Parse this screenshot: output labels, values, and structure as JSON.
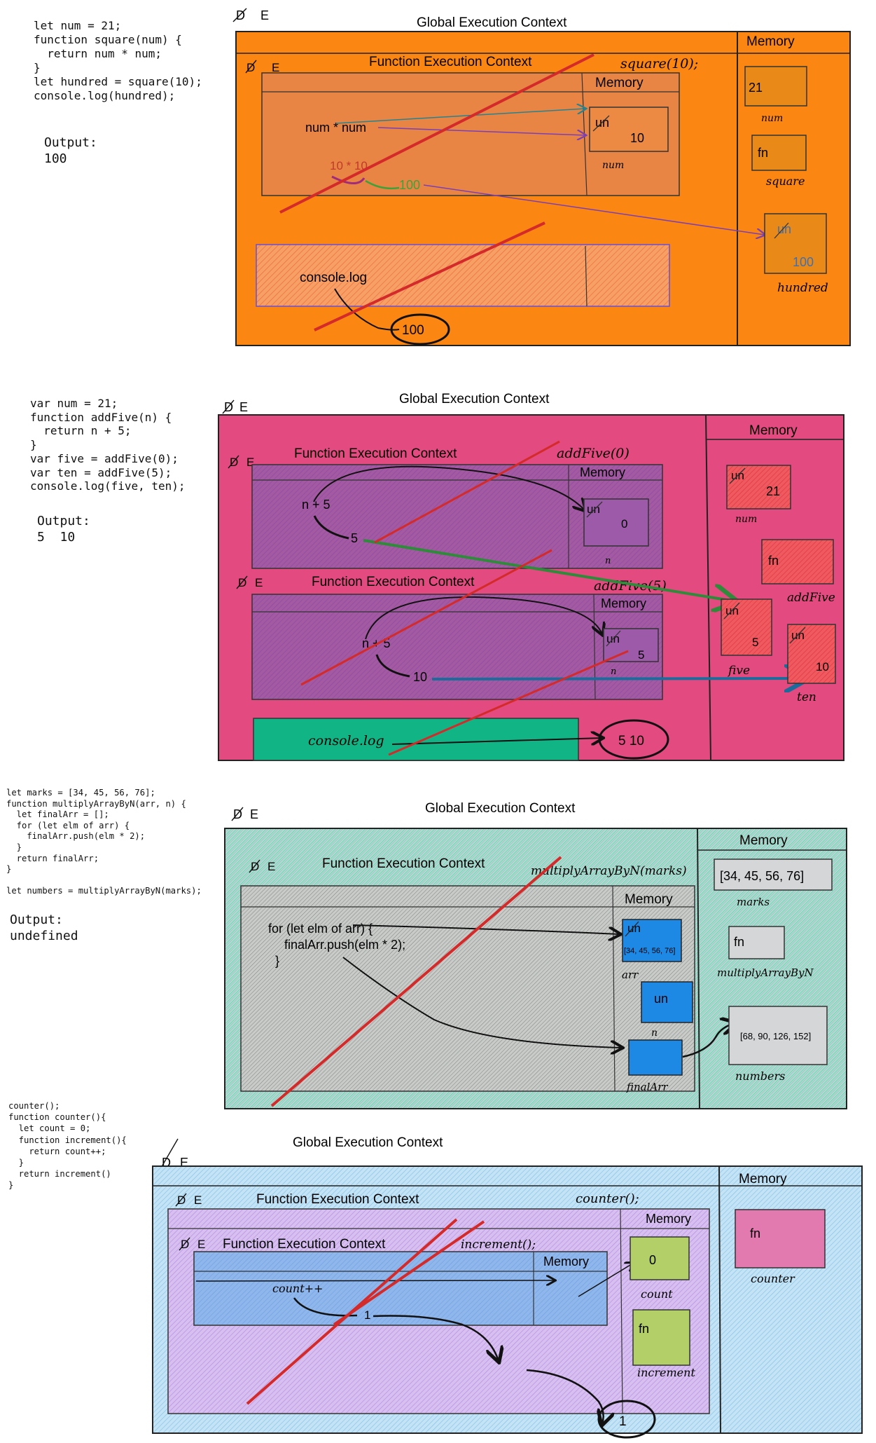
{
  "panel1": {
    "code": "let num = 21;\nfunction square(num) {\n  return num * num;\n}\nlet hundred = square(10);\nconsole.log(hundred);",
    "output_label": "Output:",
    "output_value": "100",
    "gec_title": "Global Execution Context",
    "gec_d": "D",
    "gec_e": "E",
    "memory": "Memory",
    "fec_title": "Function Execution Context",
    "fec_d": "D",
    "fec_e": "E",
    "call": "square(10);",
    "fec_memory": "Memory",
    "expr": "num * num",
    "calc": "10 * 10",
    "result": "100",
    "param_un": "un",
    "param_val": "10",
    "param_name": "num",
    "console": "console.log",
    "console_out": "100",
    "mem": [
      {
        "value": "21",
        "name": "num"
      },
      {
        "value": "fn",
        "name": "square"
      },
      {
        "old": "un",
        "value": "100",
        "name": "hundred"
      }
    ]
  },
  "panel2": {
    "code": "var num = 21;\nfunction addFive(n) {\n  return n + 5;\n}\nvar five = addFive(0);\nvar ten = addFive(5);\nconsole.log(five, ten);",
    "output_label": "Output:",
    "output_value": "5  10",
    "gec_title": "Global Execution Context",
    "gec_d": "D",
    "gec_e": "E",
    "memory": "Memory",
    "fec1": {
      "d": "D",
      "e": "E",
      "title": "Function Execution Context",
      "call": "addFive(0)",
      "memory": "Memory",
      "expr": "n + 5",
      "result": "5",
      "un": "un",
      "val": "0",
      "name": "n"
    },
    "fec2": {
      "d": "D",
      "e": "E",
      "title": "Function Execution Context",
      "call": "addFive(5)",
      "memory": "Memory",
      "expr": "n + 5",
      "result": "10",
      "un": "un",
      "val": "5",
      "name": "n"
    },
    "console": "console.log",
    "console_out": "5  10",
    "mem": [
      {
        "old": "un",
        "value": "21",
        "name": "num"
      },
      {
        "value": "fn",
        "name": "addFive"
      },
      {
        "old": "un",
        "value": "5",
        "name": "five"
      },
      {
        "old": "un",
        "value": "10",
        "name": "ten"
      }
    ]
  },
  "panel3": {
    "code": "let marks = [34, 45, 56, 76];\nfunction multiplyArrayByN(arr, n) {\n  let finalArr = [];\n  for (let elm of arr) {\n    finalArr.push(elm * 2);\n  }\n  return finalArr;\n}\n\nlet numbers = multiplyArrayByN(marks);",
    "output_label": "Output:",
    "output_value": "undefined",
    "gec_title": "Global Execution Context",
    "gec_d": "D",
    "gec_e": "E",
    "memory": "Memory",
    "fec_d": "D",
    "fec_e": "E",
    "fec_title": "Function Execution Context",
    "call": "multiplyArrayByN(marks)",
    "fec_memory": "Memory",
    "loop_line1": "for (let elm of arr) {",
    "loop_line2": "finalArr.push(elm * 2);",
    "loop_line3": "}",
    "arr_un": "un",
    "arr_val": "[34, 45, 56, 76]",
    "arr_name": "arr",
    "n_val": "un",
    "n_name": "n",
    "final_name": "finalArr",
    "mem": [
      {
        "value": "[34, 45, 56, 76]",
        "name": "marks"
      },
      {
        "value": "fn",
        "name": "multiplyArrayByN"
      },
      {
        "value": "[68, 90, 126, 152]",
        "name": "numbers"
      }
    ]
  },
  "panel4": {
    "code": "counter();\nfunction counter(){\n  let count = 0;\n  function increment(){\n    return count++;\n  }\n  return increment()\n}",
    "gec_title": "Global Execution Context",
    "gec_d": "D",
    "gec_e": "E",
    "memory": "Memory",
    "fec1": {
      "d": "D",
      "e": "E",
      "title": "Function Execution Context",
      "call": "counter();",
      "memory": "Memory"
    },
    "fec2": {
      "d": "D",
      "e": "E",
      "title": "Function Execution Context",
      "call": "increment();",
      "memory": "Memory",
      "expr": "count++",
      "result": "1"
    },
    "count_val": "0",
    "count_name": "count",
    "inc_val": "fn",
    "inc_name": "increment",
    "final_out": "1",
    "mem": [
      {
        "value": "fn",
        "name": "counter"
      }
    ]
  },
  "colors": {
    "orange": "#fb8612",
    "pink": "#e34a7f",
    "purple": "#9b59b6",
    "teal_hatch": "#5ec7a8",
    "blue_hatch": "#8cc8ec",
    "lavender": "#c8a4ee",
    "red_line": "#d42a2a",
    "green": "#11b585",
    "azure": "#1e88e5",
    "olive": "#b2d067"
  }
}
